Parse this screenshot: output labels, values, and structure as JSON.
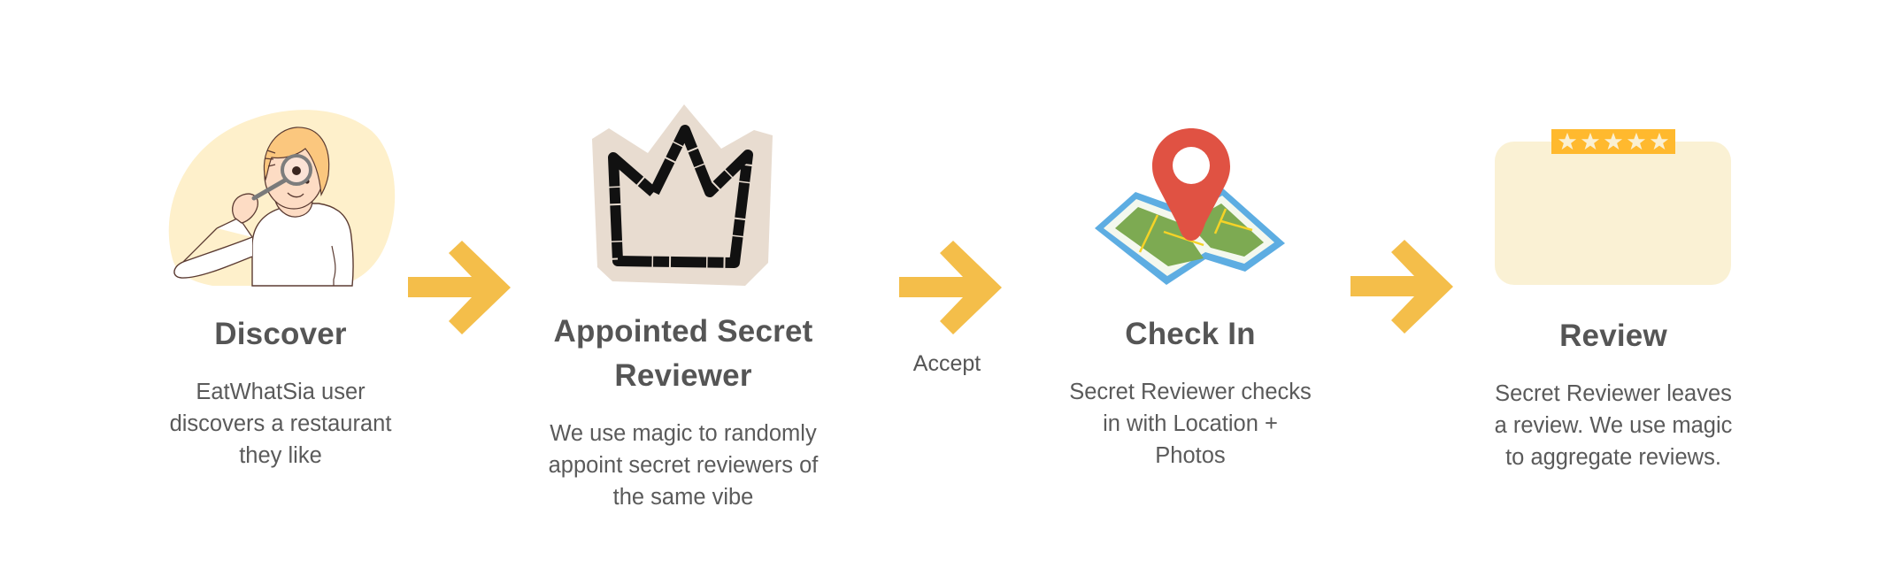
{
  "diagram": {
    "type": "process-flow",
    "steps": [
      {
        "id": "discover",
        "icon": "person-with-magnifying-glass-icon",
        "title_lines": [
          "Discover"
        ],
        "description_lines": [
          "EatWhatSia user",
          "discovers a restaurant",
          "they like"
        ]
      },
      {
        "id": "appointed",
        "icon": "crown-icon",
        "title_lines": [
          "Appointed Secret",
          "Reviewer"
        ],
        "description_lines": [
          "We use magic to randomly",
          "appoint secret reviewers of",
          "the same vibe"
        ]
      },
      {
        "id": "checkin",
        "icon": "map-pin-icon",
        "title_lines": [
          "Check In"
        ],
        "description_lines": [
          "Secret Reviewer checks",
          "in with Location +",
          "Photos"
        ]
      },
      {
        "id": "review",
        "icon": "review-card-icon",
        "rating_stars": 5,
        "title_lines": [
          "Review"
        ],
        "description_lines": [
          "Secret Reviewer leaves",
          "a review. We use magic",
          "to aggregate reviews."
        ]
      }
    ],
    "connectors": [
      {
        "from": "discover",
        "to": "appointed",
        "icon": "arrow-right-icon",
        "label": ""
      },
      {
        "from": "appointed",
        "to": "checkin",
        "icon": "arrow-right-icon",
        "label": "Accept"
      },
      {
        "from": "checkin",
        "to": "review",
        "icon": "arrow-right-icon",
        "label": ""
      }
    ]
  },
  "colors": {
    "arrow": "#F4BE4A",
    "text": "#555555",
    "blob": "#FEF0CB",
    "paper": "#E8DCD0",
    "crown": "#111111",
    "pin": "#E05243",
    "map_border": "#5DADE2",
    "map_green": "#7DAA52",
    "map_road": "#F5D327",
    "card": "#FAF1D4",
    "star_badge": "#FFB92E",
    "star": "#FAF0D2"
  }
}
